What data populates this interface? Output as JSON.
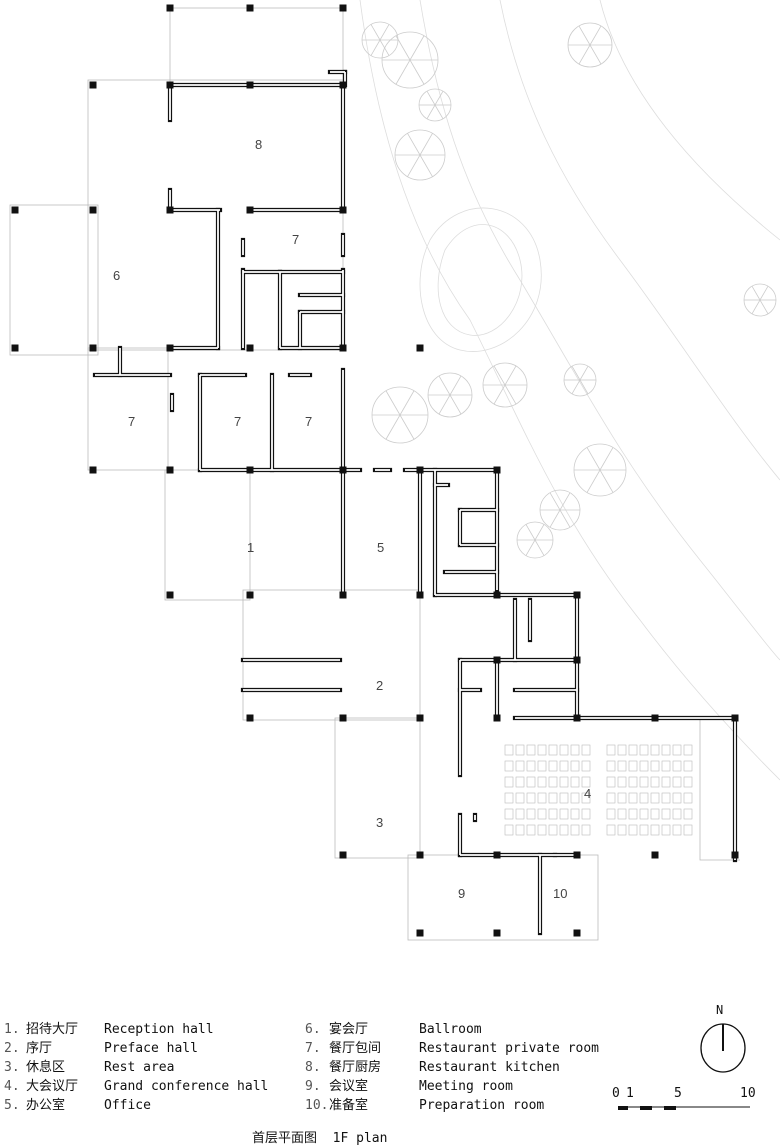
{
  "plan": {
    "title_cn": "首层平面图",
    "title_en": "1F plan",
    "room_numbers": [
      "1",
      "2",
      "3",
      "4",
      "5",
      "6",
      "7",
      "8",
      "9",
      "10"
    ]
  },
  "legend": [
    {
      "num": "1.",
      "cn": "招待大厅",
      "en": "Reception hall"
    },
    {
      "num": "2.",
      "cn": "序厅",
      "en": "Preface hall"
    },
    {
      "num": "3.",
      "cn": "休息区",
      "en": "Rest area"
    },
    {
      "num": "4.",
      "cn": "大会议厅",
      "en": "Grand conference hall"
    },
    {
      "num": "5.",
      "cn": "办公室",
      "en": "Office"
    },
    {
      "num": "6.",
      "cn": "宴会厅",
      "en": "Ballroom"
    },
    {
      "num": "7.",
      "cn": "餐厅包间",
      "en": "Restaurant private room"
    },
    {
      "num": "8.",
      "cn": "餐厅厨房",
      "en": "Restaurant kitchen"
    },
    {
      "num": "9.",
      "cn": "会议室",
      "en": "Meeting room"
    },
    {
      "num": "10.",
      "cn": "准备室",
      "en": "Preparation room"
    }
  ],
  "north_label": "N",
  "scale_bar": {
    "ticks": [
      "0",
      "1",
      "5",
      "10"
    ]
  }
}
